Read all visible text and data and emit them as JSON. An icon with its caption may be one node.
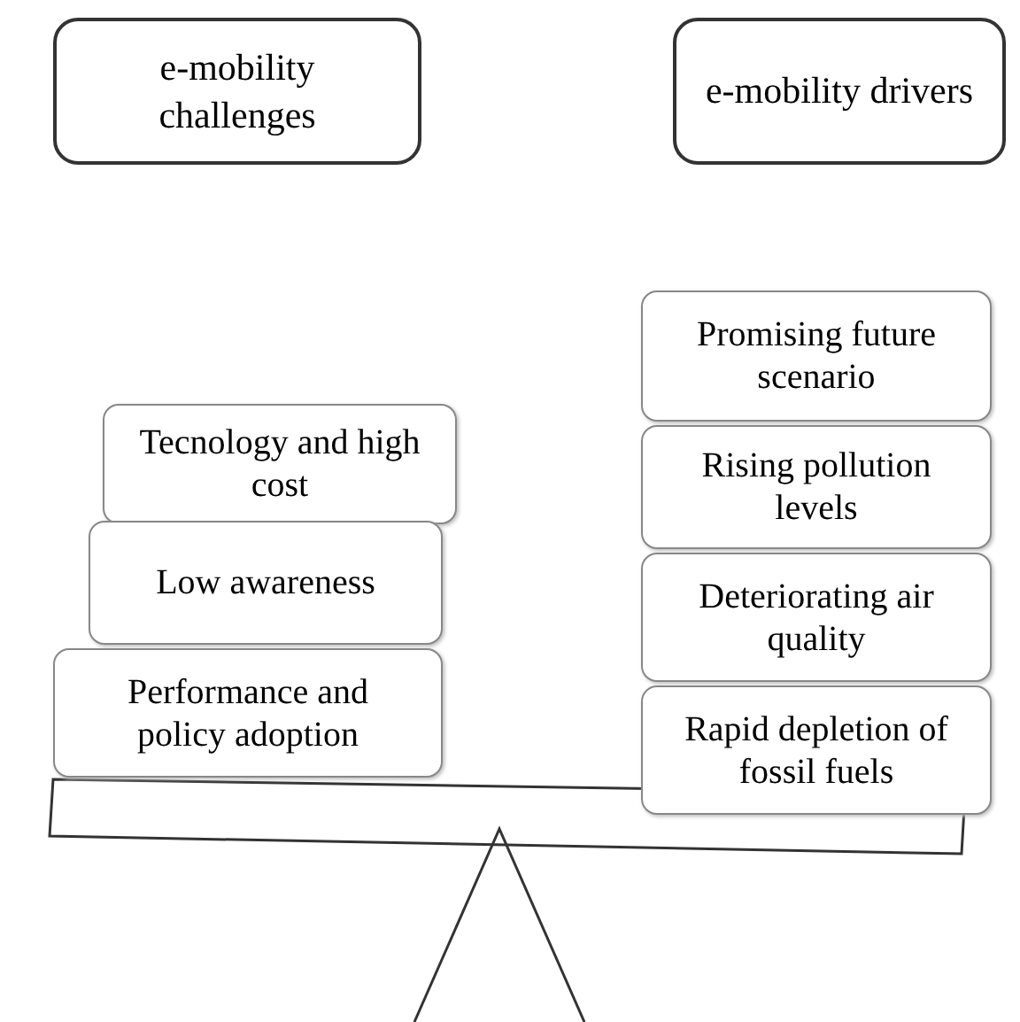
{
  "diagram": {
    "nodes": [
      {
        "text": [
          "e-mobility challenges"
        ]
      },
      {
        "text": [
          "e-mobility drivers"
        ]
      },
      {
        "text": [
          "Tecnology and high cost"
        ]
      },
      {
        "text": [
          "Low awareness"
        ]
      },
      {
        "text": [
          "Performance and policy adoption"
        ]
      },
      {
        "text": [
          "Promising future scenario"
        ]
      },
      {
        "text": [
          "Rising pollution levels"
        ]
      },
      {
        "text": [
          "Deteriorating air quality"
        ]
      },
      {
        "text": [
          "Rapid depletion of fossil fuels"
        ]
      }
    ]
  }
}
